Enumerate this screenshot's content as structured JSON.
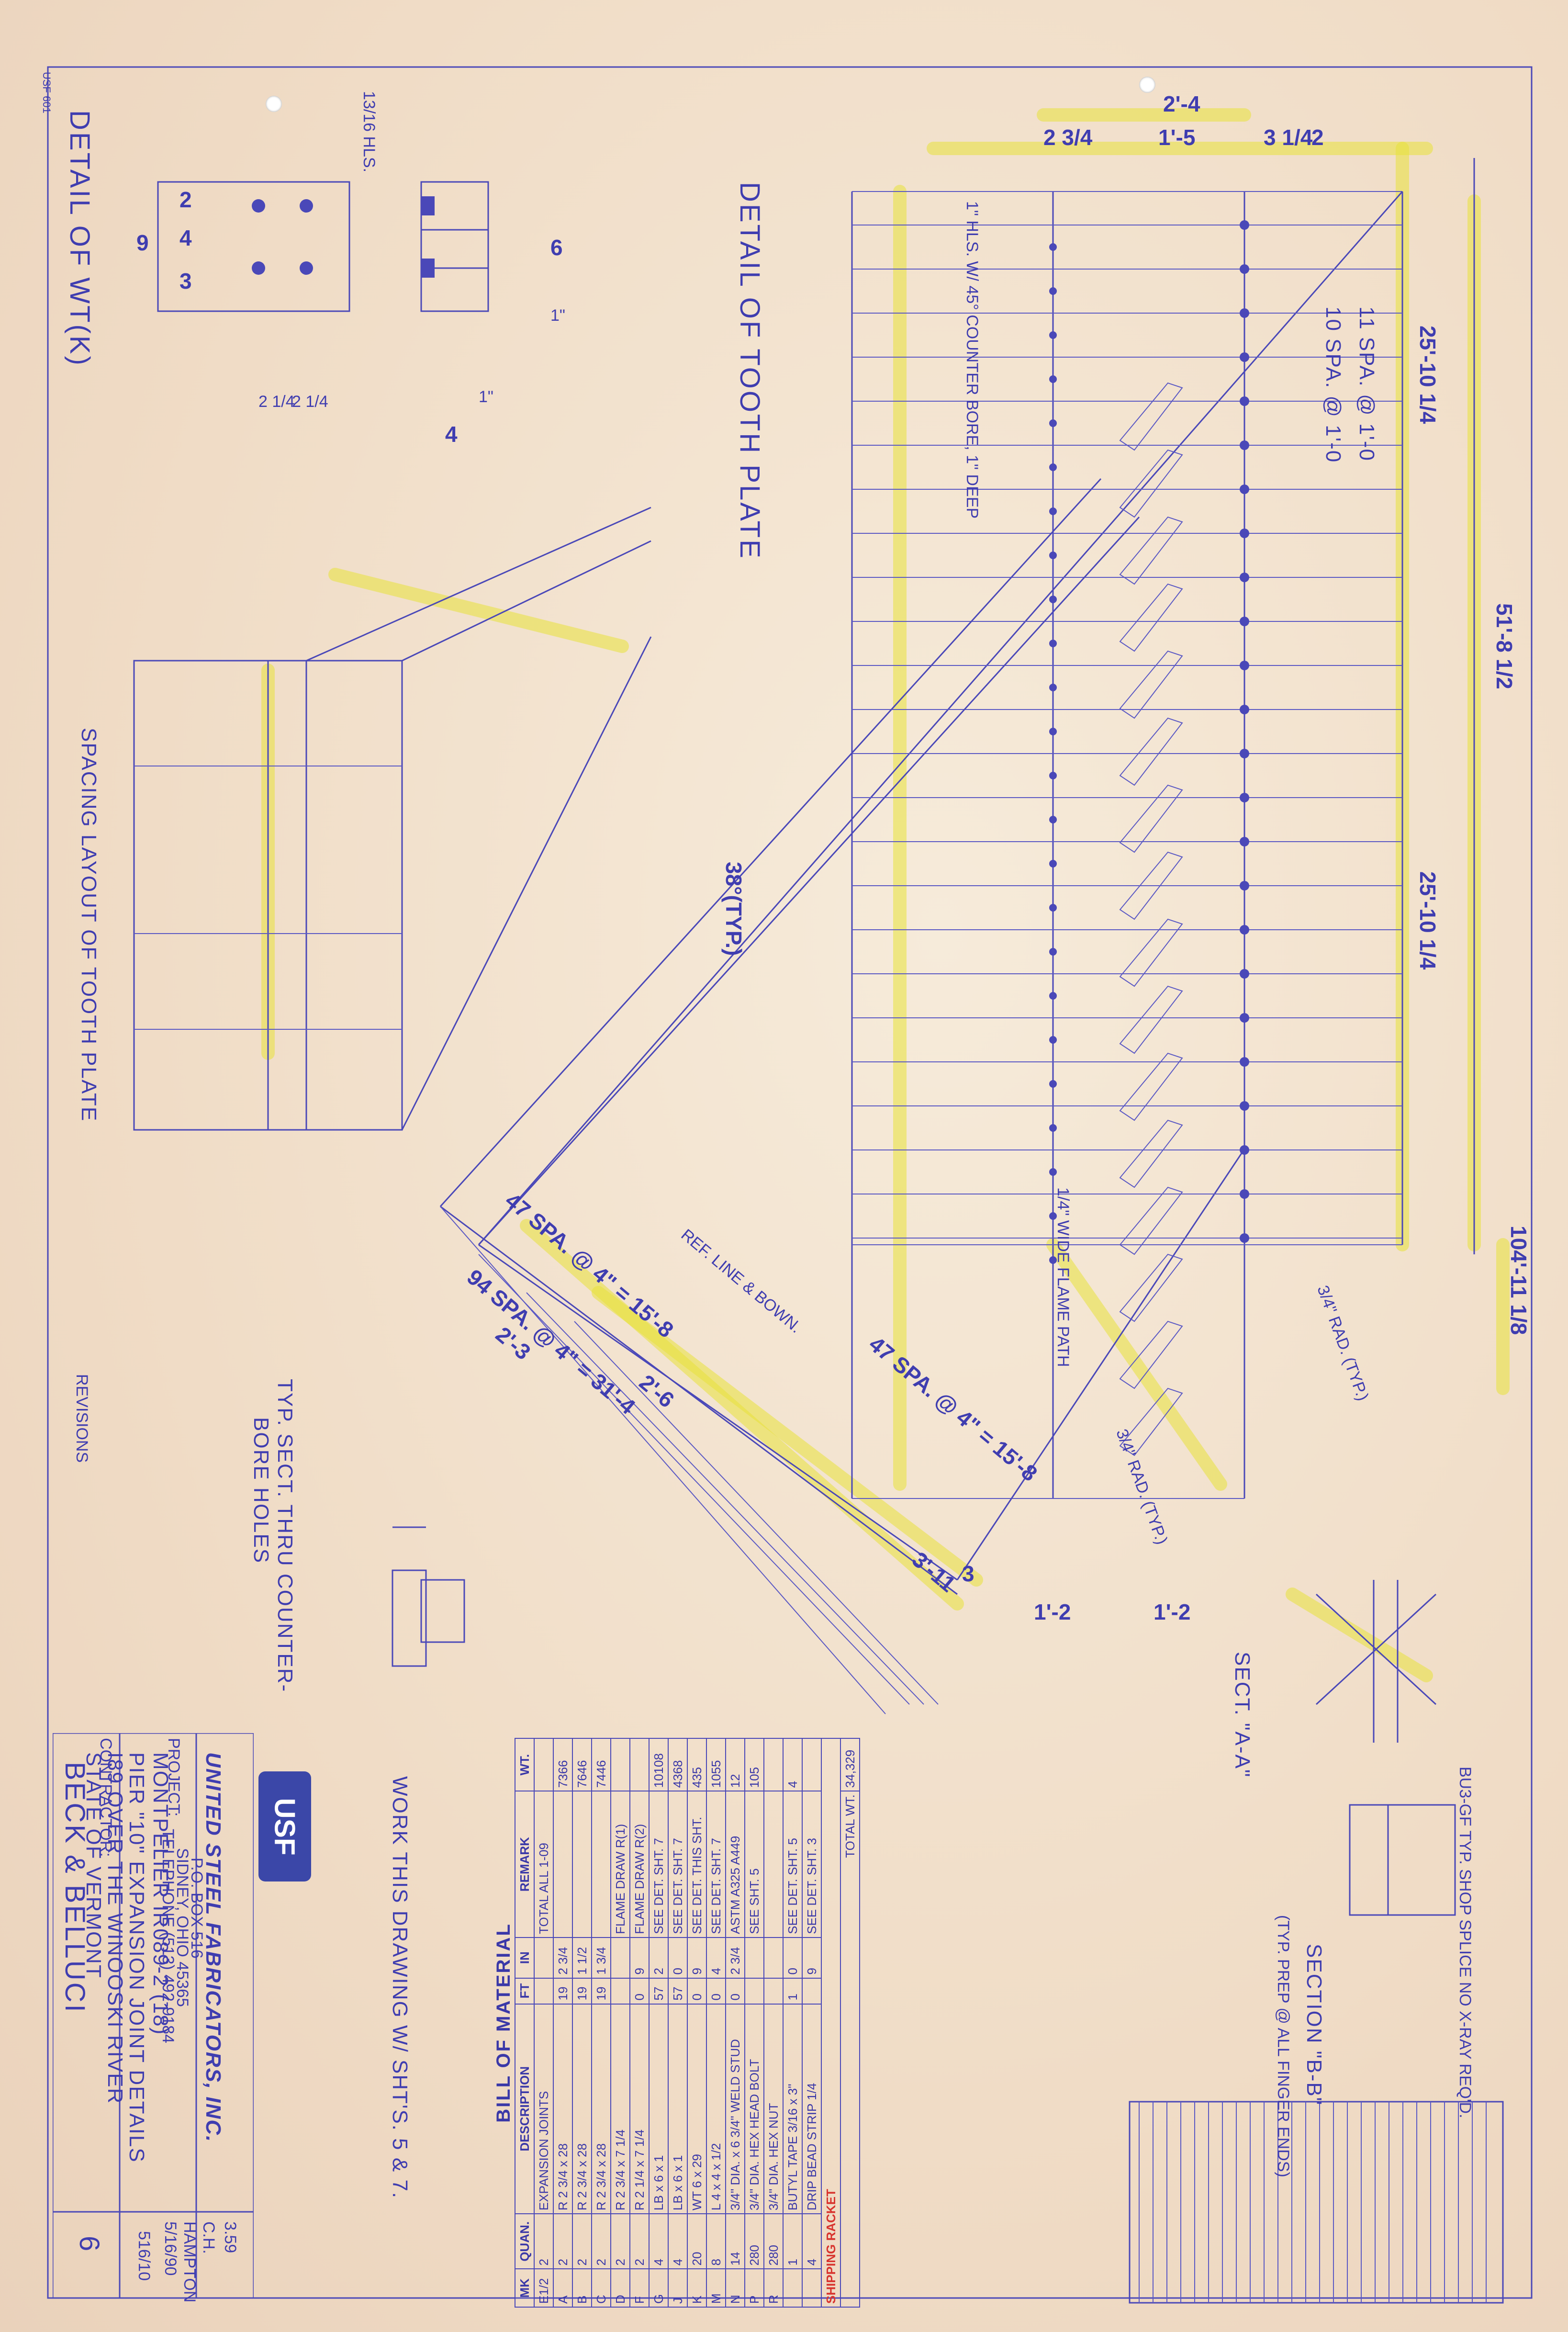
{
  "sheet_label": "USF 601",
  "views": {
    "detail_wt": "DETAIL OF WT(K)",
    "detail_tooth_plate": "DETAIL OF TOOTH PLATE",
    "spacing_layout": "SPACING LAYOUT OF TOOTH PLATE",
    "typ_sect": "TYP. SECT. THRU COUNTER-",
    "typ_sect_2": "BORE HOLES",
    "section_aa": "SECT. \"A-A\"",
    "section_bb": "SECTION \"B-B\"",
    "section_bb_note": "(TYP. PREP @ ALL FINGER ENDS)",
    "work_note": "WORK THIS DRAWING W/ SHT'S. 5 & 7."
  },
  "notes": {
    "bore_note": "1\" HLS. W/ 45° COUNTER BORE, 1\" DEEP",
    "flame_path": "1/4\" WIDE FLAME PATH",
    "ref_line": "REF. LINE & BOWN.",
    "angle": "38°(TYP.)",
    "rad1": "3/4\" RAD. (TYP.)",
    "rad2": "3/4\" RAD. (TYP.)",
    "weld_note": "BU3-GF TYP. SHOP SPLICE NO X-RAY REQ'D.",
    "wt_hls": "13/16 HLS."
  },
  "dimensions": {
    "top": [
      "2'-4",
      "2 3/4",
      "1'-5",
      "3 1/4",
      "2"
    ],
    "long_total": "51'-8 1/2",
    "seg1": "25'-10 1/4",
    "seg2": "25'-10 1/4",
    "overall": "104'-11 1/8",
    "spa1": "47 SPA. @ 4\" = 15'-8",
    "spa2": "94 SPA. @ 4\" = 31'-4",
    "spa3": "47 SPA. @ 4\" = 15'-8",
    "eleven_spa": "11 SPA. @ 1'-0",
    "ten_spa": "10 SPA. @ 1'-0",
    "wt_dims": [
      "2",
      "4",
      "3",
      "9",
      "6",
      "1\"",
      "4",
      "2 1/4",
      "2 1/4",
      "1\""
    ],
    "bottom": [
      "1'-2",
      "1'-2",
      "3'-11",
      "3",
      "2'-3",
      "2'-6"
    ]
  },
  "bom": {
    "title": "BILL OF MATERIAL",
    "headers": [
      "MK",
      "QUAN.",
      "DESCRIPTION",
      "FT",
      "IN",
      "REMARK",
      "WT."
    ],
    "rows": [
      [
        "E1/2",
        "2",
        "EXPANSION JOINTS",
        "",
        "",
        "TOTAL ALL 1-09",
        ""
      ],
      [
        "A",
        "2",
        "R 2 3/4 x 28",
        "19",
        "2 3/4",
        "",
        "7366"
      ],
      [
        "B",
        "2",
        "R 2 3/4 x 28",
        "19",
        "1 1/2",
        "",
        "7646"
      ],
      [
        "C",
        "2",
        "R 2 3/4 x 28",
        "19",
        "1 3/4",
        "",
        "7446"
      ],
      [
        "D",
        "2",
        "R 2 3/4 x 7 1/4",
        "",
        "",
        "FLAME DRAW R(1)",
        ""
      ],
      [
        "F",
        "2",
        "R 2 1/4 x 7 1/4",
        "0",
        "9",
        "FLAME DRAW R(2)",
        ""
      ],
      [
        "G",
        "4",
        "LB x 6 x 1",
        "57",
        "2",
        "SEE DET. SHT. 7",
        "10108"
      ],
      [
        "J",
        "4",
        "LB x 6 x 1",
        "57",
        "0",
        "SEE DET. SHT. 7",
        "4368"
      ],
      [
        "K",
        "20",
        "WT 6 x 29",
        "0",
        "9",
        "SEE DET. THIS SHT.",
        "435"
      ],
      [
        "M",
        "8",
        "L 4 x 4 x 1/2",
        "0",
        "4",
        "SEE DET. SHT. 7",
        "1055"
      ],
      [
        "N",
        "14",
        "3/4\" DIA. x 6 3/4\" WELD STUD",
        "0",
        "2 3/4",
        "ASTM A325 A449",
        "12"
      ],
      [
        "P",
        "280",
        "3/4\" DIA. HEX HEAD BOLT",
        "",
        "",
        "SEE SHT. 5",
        "105"
      ],
      [
        "R",
        "280",
        "3/4\" DIA. HEX NUT",
        "",
        "",
        "",
        ""
      ],
      [
        "",
        "1",
        "BUTYL TAPE 3/16 x 3\"",
        "1",
        "0",
        "SEE DET. SHT. 5",
        "4"
      ],
      [
        "",
        "4",
        "DRIP BEAD STRIP 1/4",
        "",
        "9",
        "SEE DET. SHT. 3",
        ""
      ]
    ],
    "shipping": "SHIPPING RACKET",
    "total_label": "TOTAL WT.",
    "total": "34,329"
  },
  "title_block": {
    "company": "UNITED STEEL FABRICATORS, INC.",
    "po_box": "P.O. BOX 516",
    "city": "SIDNEY, OHIO 45365",
    "phone": "TELEPHONE (513) 492-9184",
    "project_label": "PROJECT:",
    "project_1": "MONTPELIER IR089-2 (18)",
    "project_2": "PIER \"10\" EXPANSION JOINT DETAILS",
    "project_3": "I89 OVER THE WINOOSKI RIVER",
    "project_4": "STATE OF VERMONT",
    "contractor_label": "CONTRACTOR:",
    "contractor": "BECK & BELLUCI",
    "drawn": "C.H.",
    "checked": "HAMPTON",
    "date": "5/16/90",
    "sheet": "6",
    "job_no": "3.59",
    "ref": "516/10"
  },
  "revisions_label": "REVISIONS",
  "id_letters": [
    "a",
    "b",
    "c",
    "d",
    "e",
    "f",
    "g",
    "h",
    "i",
    "j",
    "k",
    "l",
    "m",
    "n",
    "o",
    "p",
    "q",
    "r",
    "s",
    "t",
    "u",
    "v",
    "w",
    "x",
    "y",
    "z"
  ]
}
